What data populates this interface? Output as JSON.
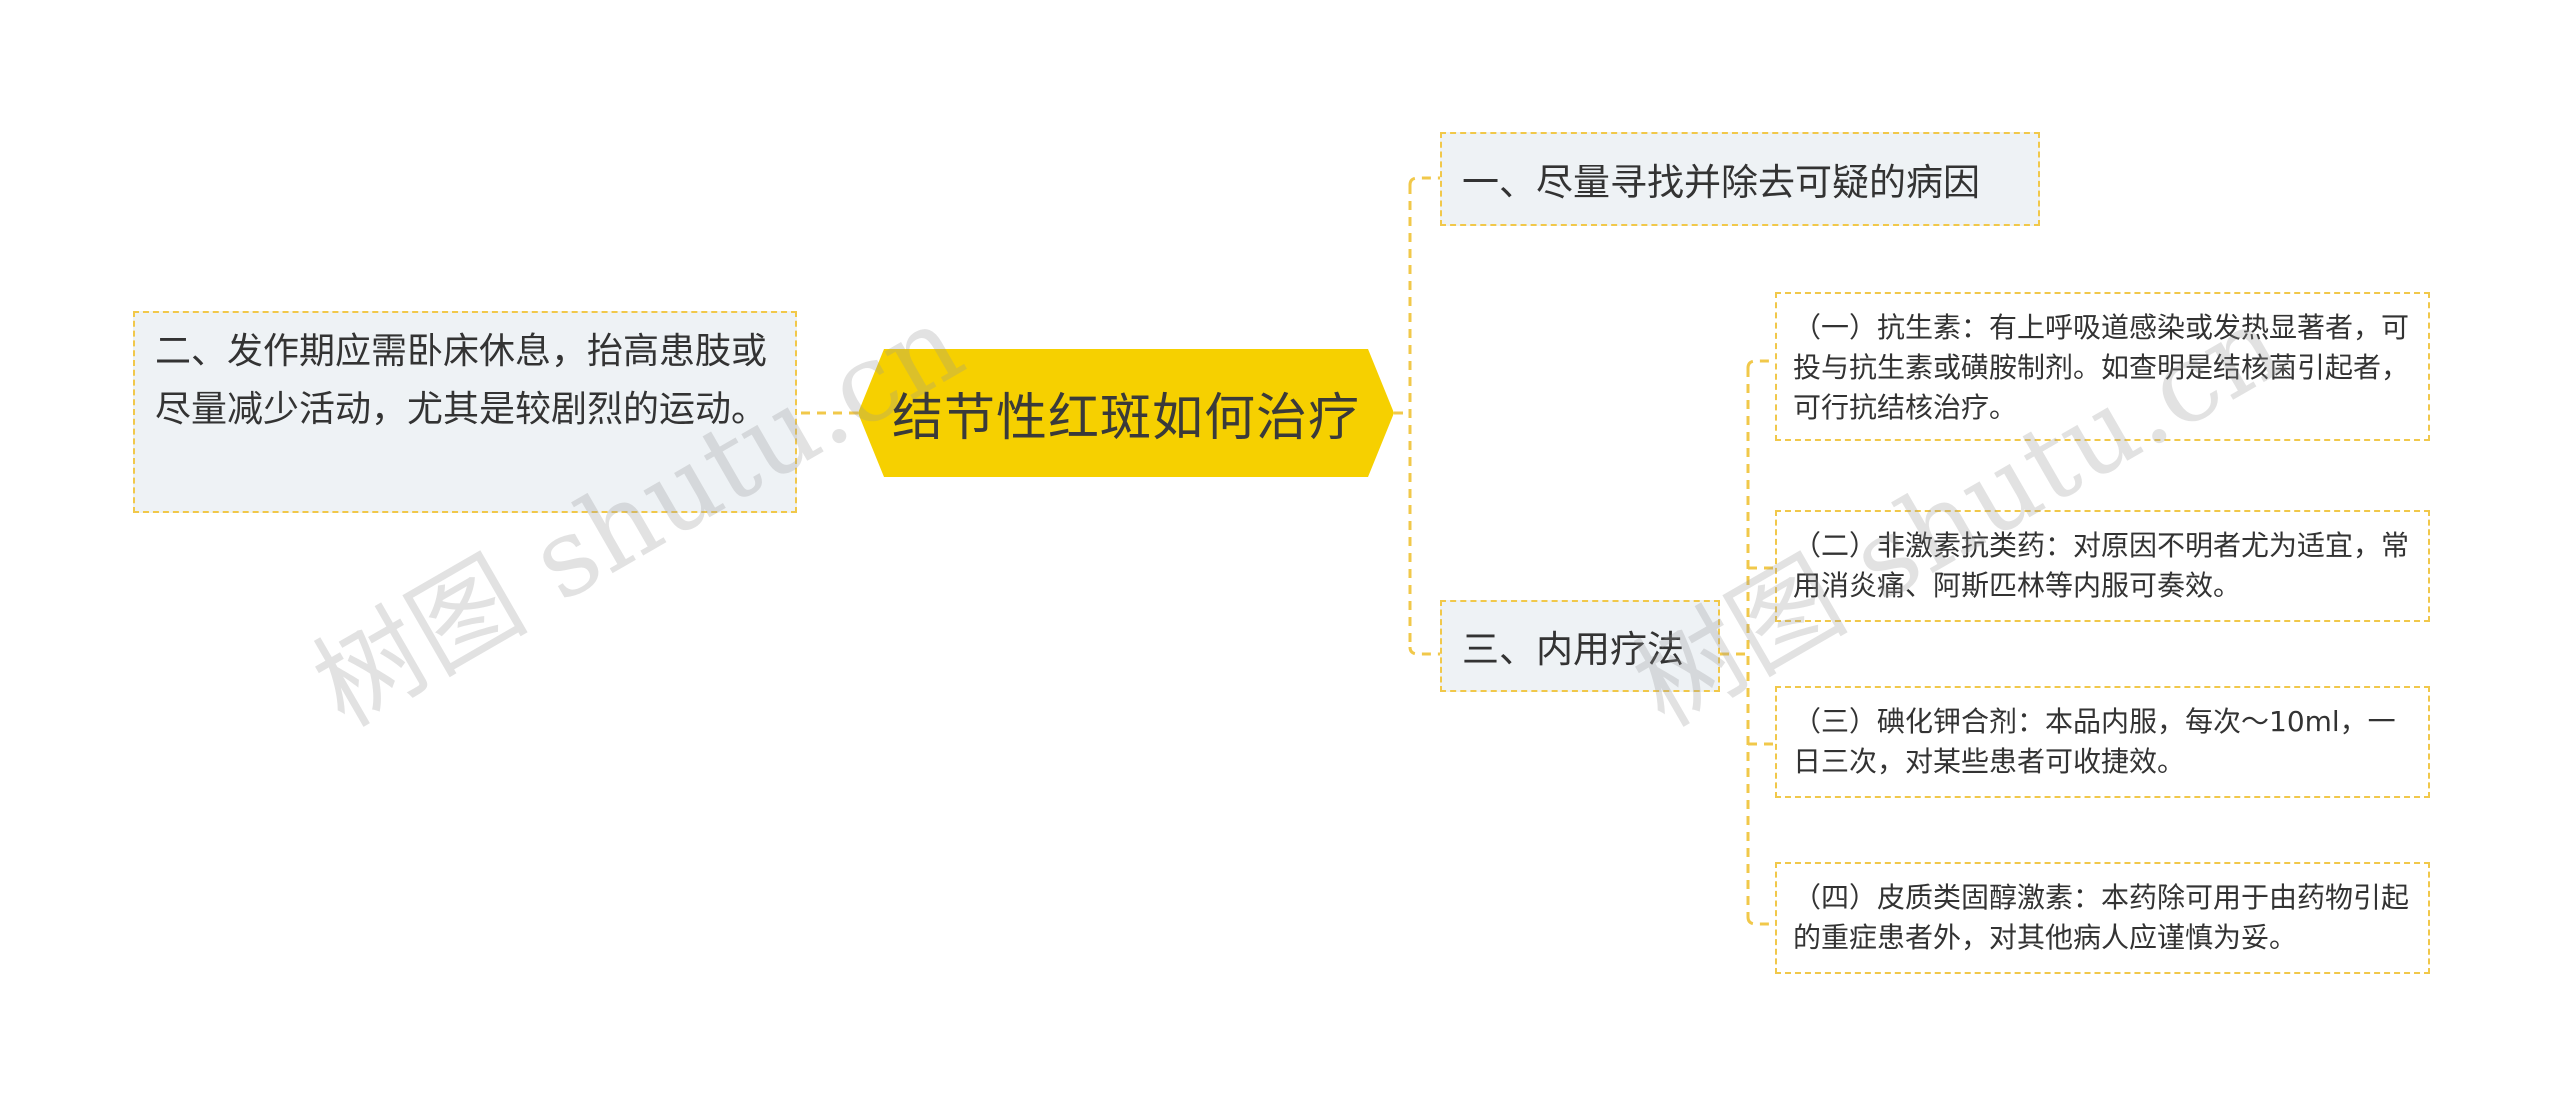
{
  "central": {
    "title": "结节性红斑如何治疗"
  },
  "left_branch": {
    "text": "二、发作期应需卧床休息，抬高患肢或尽量减少活动，尤其是较剧烈的运动。"
  },
  "right_branches": [
    {
      "text": "一、尽量寻找并除去可疑的病因"
    },
    {
      "text": "三、内用疗法",
      "children": [
        {
          "text": "（一）抗生素：有上呼吸道感染或发热显著者，可投与抗生素或磺胺制剂。如查明是结核菌引起者，可行抗结核治疗。"
        },
        {
          "text": "（二）非激素抗类药：对原因不明者尤为适宜，常用消炎痛、阿斯匹林等内服可奏效。"
        },
        {
          "text": "（三）碘化钾合剂：本品内服，每次～10ml，一日三次，对某些患者可收捷效。"
        },
        {
          "text": "（四）皮质类固醇激素：本药除可用于由药物引起的重症患者外，对其他病人应谨慎为妥。"
        }
      ]
    }
  ],
  "watermark": "树图 shutu.cn",
  "colors": {
    "central_fill": "#f6d000",
    "connector": "#f1c84a",
    "node_fill": "#eef2f5"
  }
}
